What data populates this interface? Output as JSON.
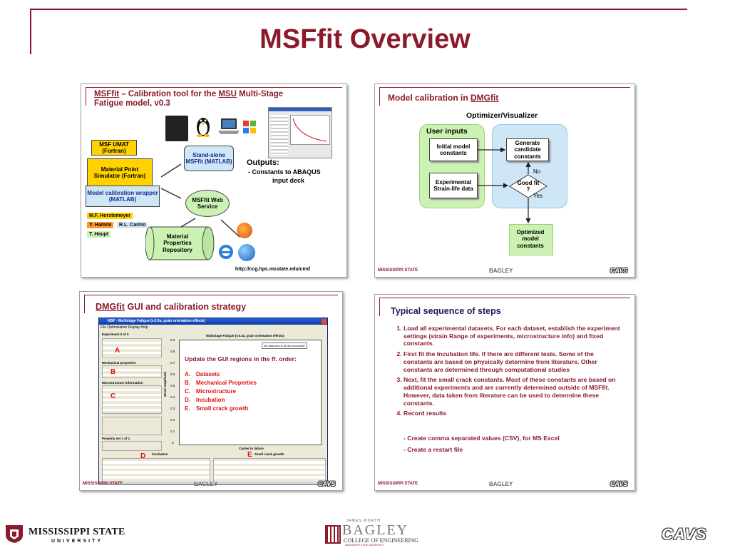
{
  "slide": {
    "title": "MSFfit Overview"
  },
  "panel1": {
    "heading_a": "MSFfit",
    "heading_b": " – Calibration tool for the ",
    "heading_c": "MSU",
    "heading_d": " Multi-Stage",
    "heading_line2": "Fatigue model, v0.3",
    "msf_umat": "MSF UMAT (Fortran)",
    "mps": "Material Point Simulator (Fortran)",
    "wrapper": "Model calibration wrapper (MATLAB)",
    "standalone": "Stand-alone MSFfit (MATLAB)",
    "webservice": "MSFfit Web Service",
    "repository": "Material Properties Repository",
    "outputs_title": "Outputs:",
    "outputs_line1": "- Constants to ABAQUS",
    "outputs_line2": "input deck",
    "people": [
      "M.F. Horstemeyer",
      "Y. Hammi",
      "R.L. Carino",
      "T. Haupt"
    ],
    "url": "http://ccg.hpc.msstate.edu/cmd"
  },
  "panel2": {
    "heading_a": "Model calibration in ",
    "heading_b": "DMGfit",
    "optimizer": "Optimizer/Visualizer",
    "user_inputs": "User inputs",
    "initial": "Initial model constants",
    "experimental": "Experimental Strain-life data",
    "generate": "Generate candidate constants",
    "goodfit": "Good fit ?",
    "no": "No",
    "yes": "Yes",
    "optimized": "Optimized model constants"
  },
  "panel3": {
    "heading_a": "DMGfit",
    "heading_b": " GUI and calibration strategy",
    "window_title": "MSF - Multistage Fatigue (v.0.3a, grain orientation effects)",
    "menu": "File   Optimization   Display   Help",
    "plot_title": "Multistage Fatigue (v.0.3a, grain orientation effects)",
    "legend": "No data sets to all are excluded?",
    "update_text": "Update the GUI regions  in the ff. order:",
    "steps": [
      {
        "letter": "A.",
        "label": "Datasets"
      },
      {
        "letter": "B.",
        "label": "Mechanical Properties"
      },
      {
        "letter": "C.",
        "label": "Microstructure"
      },
      {
        "letter": "D.",
        "label": "Incubation"
      },
      {
        "letter": "E.",
        "label": "Small crack growth"
      }
    ],
    "region_letters": [
      "A",
      "B",
      "C",
      "D",
      "E"
    ],
    "xlabel": "Cycles to failure",
    "ylabel": "Strain amplitude",
    "yticks": [
      "0.9",
      "0.8",
      "0.7",
      "0.6",
      "0.5",
      "0.4",
      "0.3",
      "0.2",
      "0.1",
      "0"
    ],
    "left_labels": [
      "Experiment 0 of 0",
      "Mechanical properties",
      "Microstructure information",
      "Property set 1 of 1"
    ],
    "incubation_label": "Incubation",
    "small_crack_label": "Small crack growth"
  },
  "panel4": {
    "heading": "Typical sequence of steps",
    "steps": [
      "Load all experimental datasets. For each dataset, establish the experiment settings (strain Range of experiments, microstructure info) and fixed constants.",
      "First fit the Incubation life. If there are different tests.  Some of the constants are based on physically determine from literature.  Other constants are determined through computational studies",
      "Next, fit the small crack constants.  Most of these constants are based on additional experiments and are currently determined outside of MSFfit.  However, data taken from literature can be used to determine these constants.",
      "Record results"
    ],
    "record_items": [
      "- Create comma separated values (CSV), for MS Excel",
      "- Create a restart file"
    ]
  },
  "footer": {
    "msu_line1": "MISSISSIPPI STATE",
    "msu_line2": "UNIVERSITY",
    "bagley_top": "JAMES WORTH",
    "bagley_main": "BAGLEY",
    "bagley_sub": "COLLEGE OF ENGINEERING",
    "bagley_tiny": "MISSISSIPPI STATE UNIVERSITY",
    "cavs": "CAVS",
    "mini_msu": "MISSISSIPPI STATE",
    "mini_bagley": "BAGLEY",
    "mini_cavs": "CAVS"
  },
  "colors": {
    "maroon": "#8b1a2b",
    "yellow": "#ffd200",
    "light_blue": "#cfe6f7",
    "light_green": "#ccf2b3"
  }
}
